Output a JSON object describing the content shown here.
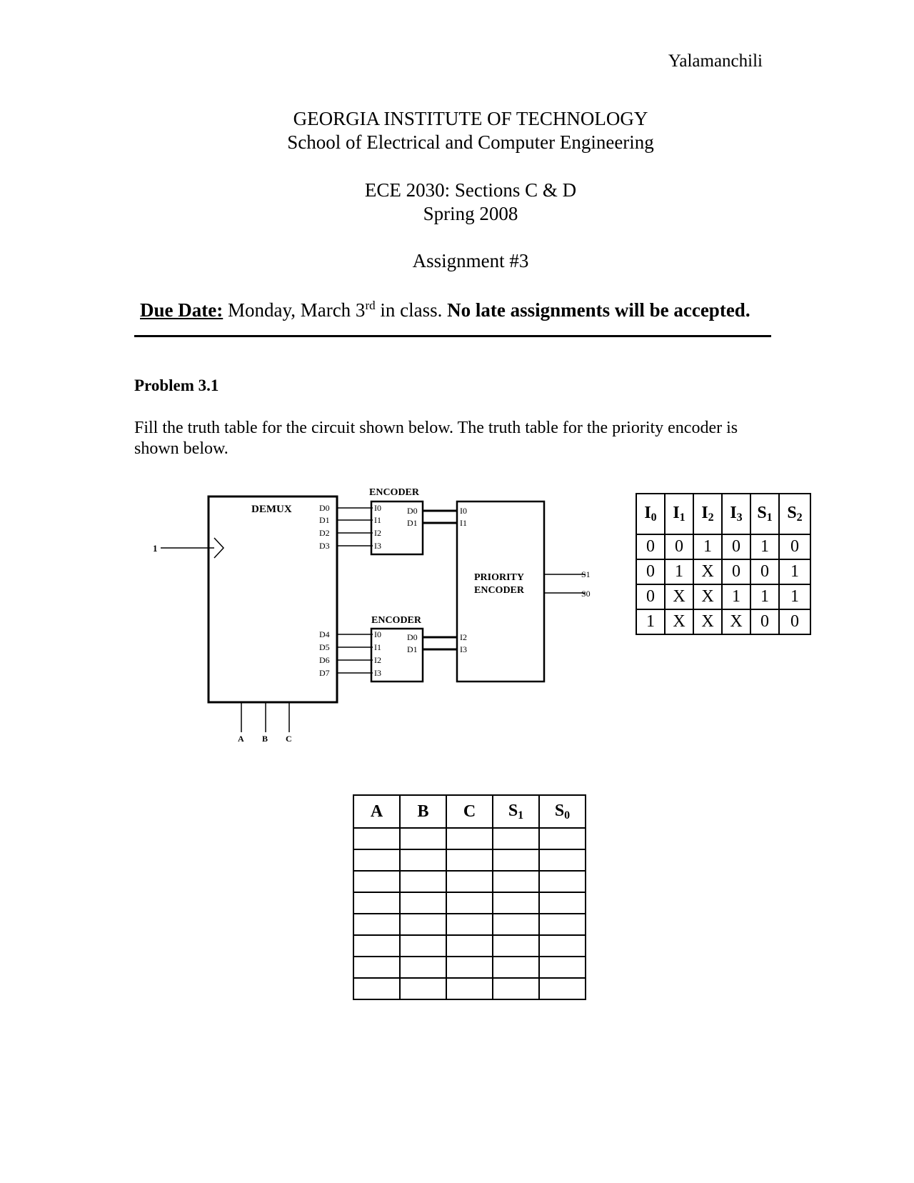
{
  "header": {
    "author": "Yalamanchili",
    "institution": "GEORGIA INSTITUTE OF TECHNOLOGY",
    "school": "School of Electrical and Computer Engineering",
    "course": "ECE 2030: Sections C & D",
    "term": "Spring 2008",
    "assignment": "Assignment #3"
  },
  "due": {
    "label": "Due Date:",
    "text_before": " Monday, March 3",
    "superscript": "rd",
    "text_after": " in class. ",
    "warning": "No late assignments will be accepted."
  },
  "problem": {
    "title": "Problem 3.1",
    "text": "Fill the truth table for the circuit shown below. The truth table for the priority encoder is shown below."
  },
  "circuit": {
    "demux_label": "DEMUX",
    "demux_outputs": [
      "D0",
      "D1",
      "D2",
      "D3",
      "D4",
      "D5",
      "D6",
      "D7"
    ],
    "input_label": "1",
    "select_labels": [
      "A",
      "B",
      "C"
    ],
    "encoder_label": "ENCODER",
    "encoder_inputs": [
      "I0",
      "I1",
      "I2",
      "I3"
    ],
    "encoder_outputs": [
      "D0",
      "D1"
    ],
    "priority_label_1": "PRIORITY",
    "priority_label_2": "ENCODER",
    "priority_inputs": [
      "I0",
      "I1",
      "I2",
      "I3"
    ],
    "priority_outputs": [
      "S1",
      "S0"
    ]
  },
  "priority_table": {
    "headers": [
      {
        "base": "I",
        "sub": "0"
      },
      {
        "base": "I",
        "sub": "1"
      },
      {
        "base": "I",
        "sub": "2"
      },
      {
        "base": "I",
        "sub": "3"
      },
      {
        "base": "S",
        "sub": "1"
      },
      {
        "base": "S",
        "sub": "2"
      }
    ],
    "rows": [
      [
        "0",
        "0",
        "1",
        "0",
        "1",
        "0"
      ],
      [
        "0",
        "1",
        "X",
        "0",
        "0",
        "1"
      ],
      [
        "0",
        "X",
        "X",
        "1",
        "1",
        "1"
      ],
      [
        "1",
        "X",
        "X",
        "X",
        "0",
        "0"
      ]
    ]
  },
  "answer_table": {
    "headers": [
      {
        "base": "A",
        "sub": ""
      },
      {
        "base": "B",
        "sub": ""
      },
      {
        "base": "C",
        "sub": ""
      },
      {
        "base": "S",
        "sub": "1"
      },
      {
        "base": "S",
        "sub": "0"
      }
    ],
    "empty_rows": 8
  }
}
